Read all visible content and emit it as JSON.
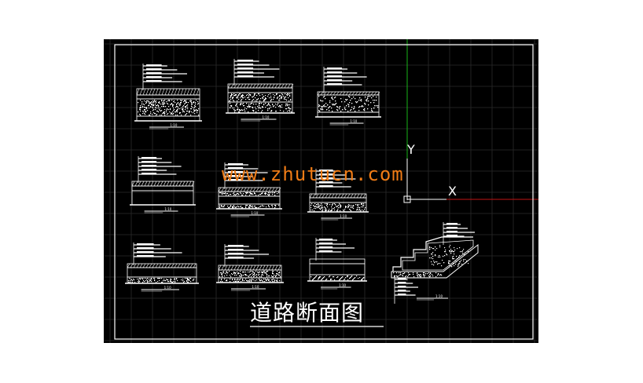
{
  "drawing": {
    "title": "道路断面图",
    "watermark": "www.zhutucn.com",
    "ucs": {
      "x_label": "X",
      "y_label": "Y"
    },
    "colors": {
      "background": "#000000",
      "grid": "#2b2b2b",
      "linework": "#ffffff",
      "watermark": "#f07c16",
      "ucs_axis_y": "#19b319",
      "ucs_axis_x": "#c21414"
    },
    "details": [
      {
        "name": "section-1",
        "scale_label": "1:10"
      },
      {
        "name": "section-2",
        "scale_label": "1:10"
      },
      {
        "name": "section-3",
        "scale_label": "1:10"
      },
      {
        "name": "section-4",
        "scale_label": "1:10"
      },
      {
        "name": "section-5",
        "scale_label": "1:10"
      },
      {
        "name": "section-6",
        "scale_label": "1:10"
      },
      {
        "name": "section-7",
        "scale_label": "1:10"
      },
      {
        "name": "section-8",
        "scale_label": "1:10"
      },
      {
        "name": "section-9",
        "scale_label": "1:10"
      },
      {
        "name": "section-10",
        "scale_label": "1:10"
      }
    ]
  }
}
